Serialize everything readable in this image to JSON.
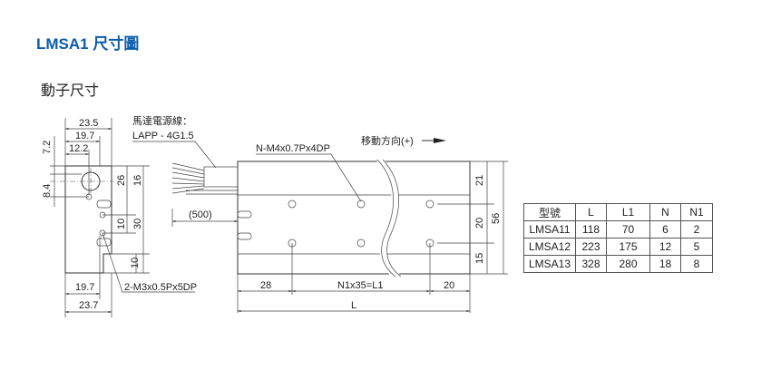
{
  "title": "LMSA1 尺寸圖",
  "subtitle": "動子尺寸",
  "side_view": {
    "dims": {
      "w_top": "23.5",
      "w_mid": "19.7",
      "w_hole": "12.2",
      "h_top": "7.2",
      "h_hole": "8.4",
      "d26": "26",
      "d16": "16",
      "d10a": "10",
      "d30": "30",
      "d10b": "10",
      "w_bot1": "19.7",
      "w_bot2": "23.7"
    },
    "screw_callout": "2-M3x0.5Px5DP",
    "cable_label": "馬達電源線：",
    "cable_spec": "LAPP - 4G1.5"
  },
  "main_view": {
    "cable_length": "(500)",
    "hole_callout": "N-M4x0.7Px4DP",
    "direction": "移動方向(+)",
    "dims": {
      "d21": "21",
      "d20": "20",
      "d15": "15",
      "d56": "56",
      "left": "28",
      "pitch": "N1x35=L1",
      "right": "20",
      "length": "L"
    }
  },
  "table": {
    "headers": [
      "型號",
      "L",
      "L1",
      "N",
      "N1"
    ],
    "rows": [
      [
        "LMSA11",
        "118",
        "70",
        "6",
        "2"
      ],
      [
        "LMSA12",
        "223",
        "175",
        "12",
        "5"
      ],
      [
        "LMSA13",
        "328",
        "280",
        "18",
        "8"
      ]
    ]
  },
  "colors": {
    "title": "#0b5cab"
  }
}
